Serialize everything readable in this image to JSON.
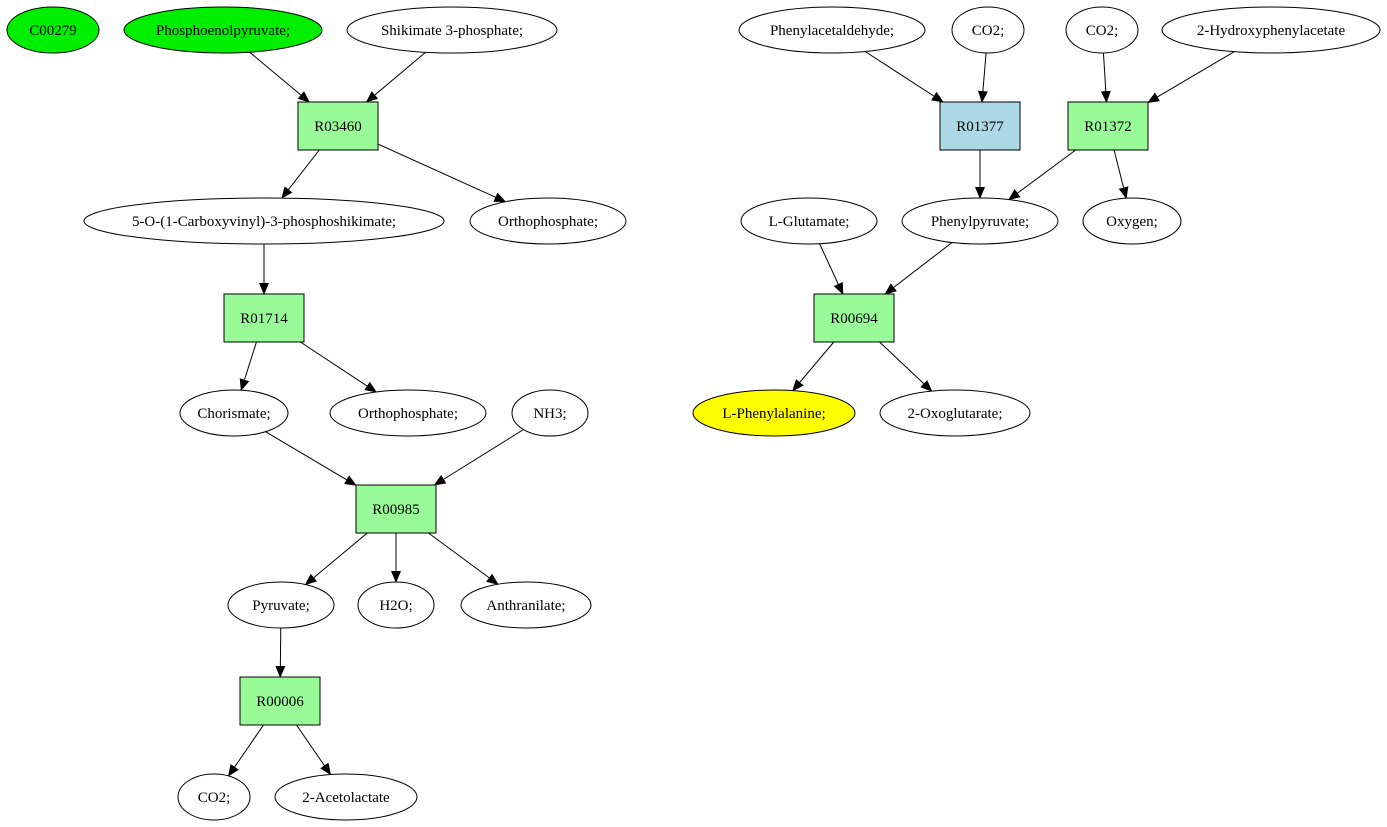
{
  "colors": {
    "reaction_green": "#98fb98",
    "reaction_blue": "#add8e6",
    "highlight_green": "#00ee00",
    "highlight_yellow": "#ffff00",
    "default_fill": "#ffffff",
    "stroke": "#000000"
  },
  "nodes": [
    {
      "id": "c00279",
      "label": "C00279",
      "kind": "compound",
      "fill": "highlight_green"
    },
    {
      "id": "pep",
      "label": "Phosphoenolpyruvate;",
      "kind": "compound",
      "fill": "highlight_green"
    },
    {
      "id": "s3p",
      "label": "Shikimate 3-phosphate;",
      "kind": "compound",
      "fill": "default_fill"
    },
    {
      "id": "r03460",
      "label": "R03460",
      "kind": "reaction",
      "fill": "reaction_green"
    },
    {
      "id": "epsp",
      "label": "5-O-(1-Carboxyvinyl)-3-phosphoshikimate;",
      "kind": "compound",
      "fill": "default_fill"
    },
    {
      "id": "orthophosphate1",
      "label": "Orthophosphate;",
      "kind": "compound",
      "fill": "default_fill"
    },
    {
      "id": "r01714",
      "label": "R01714",
      "kind": "reaction",
      "fill": "reaction_green"
    },
    {
      "id": "chorismate",
      "label": "Chorismate;",
      "kind": "compound",
      "fill": "default_fill"
    },
    {
      "id": "orthophosphate2",
      "label": "Orthophosphate;",
      "kind": "compound",
      "fill": "default_fill"
    },
    {
      "id": "nh3",
      "label": "NH3;",
      "kind": "compound",
      "fill": "default_fill"
    },
    {
      "id": "r00985",
      "label": "R00985",
      "kind": "reaction",
      "fill": "reaction_green"
    },
    {
      "id": "pyruvate",
      "label": "Pyruvate;",
      "kind": "compound",
      "fill": "default_fill"
    },
    {
      "id": "h2o",
      "label": "H2O;",
      "kind": "compound",
      "fill": "default_fill"
    },
    {
      "id": "anthranilate",
      "label": "Anthranilate;",
      "kind": "compound",
      "fill": "default_fill"
    },
    {
      "id": "r00006",
      "label": "R00006",
      "kind": "reaction",
      "fill": "reaction_green"
    },
    {
      "id": "co2_a",
      "label": "CO2;",
      "kind": "compound",
      "fill": "default_fill"
    },
    {
      "id": "acetolactate",
      "label": "2-Acetolactate",
      "kind": "compound",
      "fill": "default_fill"
    },
    {
      "id": "phenylacetaldehyde",
      "label": "Phenylacetaldehyde;",
      "kind": "compound",
      "fill": "default_fill"
    },
    {
      "id": "co2_b",
      "label": "CO2;",
      "kind": "compound",
      "fill": "default_fill"
    },
    {
      "id": "co2_c",
      "label": "CO2;",
      "kind": "compound",
      "fill": "default_fill"
    },
    {
      "id": "hydroxyphenylacetate",
      "label": "2-Hydroxyphenylacetate",
      "kind": "compound",
      "fill": "default_fill"
    },
    {
      "id": "r01377",
      "label": "R01377",
      "kind": "reaction",
      "fill": "reaction_blue"
    },
    {
      "id": "r01372",
      "label": "R01372",
      "kind": "reaction",
      "fill": "reaction_green"
    },
    {
      "id": "glutamate",
      "label": "L-Glutamate;",
      "kind": "compound",
      "fill": "default_fill"
    },
    {
      "id": "phenylpyruvate",
      "label": "Phenylpyruvate;",
      "kind": "compound",
      "fill": "default_fill"
    },
    {
      "id": "oxygen",
      "label": "Oxygen;",
      "kind": "compound",
      "fill": "default_fill"
    },
    {
      "id": "r00694",
      "label": "R00694",
      "kind": "reaction",
      "fill": "reaction_green"
    },
    {
      "id": "phenylalanine",
      "label": "L-Phenylalanine;",
      "kind": "compound",
      "fill": "highlight_yellow"
    },
    {
      "id": "oxoglutarate",
      "label": "2-Oxoglutarate;",
      "kind": "compound",
      "fill": "default_fill"
    }
  ],
  "edges": [
    {
      "from": "pep",
      "to": "r03460"
    },
    {
      "from": "s3p",
      "to": "r03460"
    },
    {
      "from": "r03460",
      "to": "epsp"
    },
    {
      "from": "r03460",
      "to": "orthophosphate1"
    },
    {
      "from": "epsp",
      "to": "r01714"
    },
    {
      "from": "r01714",
      "to": "chorismate"
    },
    {
      "from": "r01714",
      "to": "orthophosphate2"
    },
    {
      "from": "chorismate",
      "to": "r00985"
    },
    {
      "from": "nh3",
      "to": "r00985"
    },
    {
      "from": "r00985",
      "to": "pyruvate"
    },
    {
      "from": "r00985",
      "to": "h2o"
    },
    {
      "from": "r00985",
      "to": "anthranilate"
    },
    {
      "from": "pyruvate",
      "to": "r00006"
    },
    {
      "from": "r00006",
      "to": "co2_a"
    },
    {
      "from": "r00006",
      "to": "acetolactate"
    },
    {
      "from": "phenylacetaldehyde",
      "to": "r01377"
    },
    {
      "from": "co2_b",
      "to": "r01377"
    },
    {
      "from": "co2_c",
      "to": "r01372"
    },
    {
      "from": "hydroxyphenylacetate",
      "to": "r01372"
    },
    {
      "from": "r01377",
      "to": "phenylpyruvate"
    },
    {
      "from": "r01372",
      "to": "phenylpyruvate"
    },
    {
      "from": "r01372",
      "to": "oxygen"
    },
    {
      "from": "glutamate",
      "to": "r00694"
    },
    {
      "from": "phenylpyruvate",
      "to": "r00694"
    },
    {
      "from": "r00694",
      "to": "phenylalanine"
    },
    {
      "from": "r00694",
      "to": "oxoglutarate"
    }
  ]
}
